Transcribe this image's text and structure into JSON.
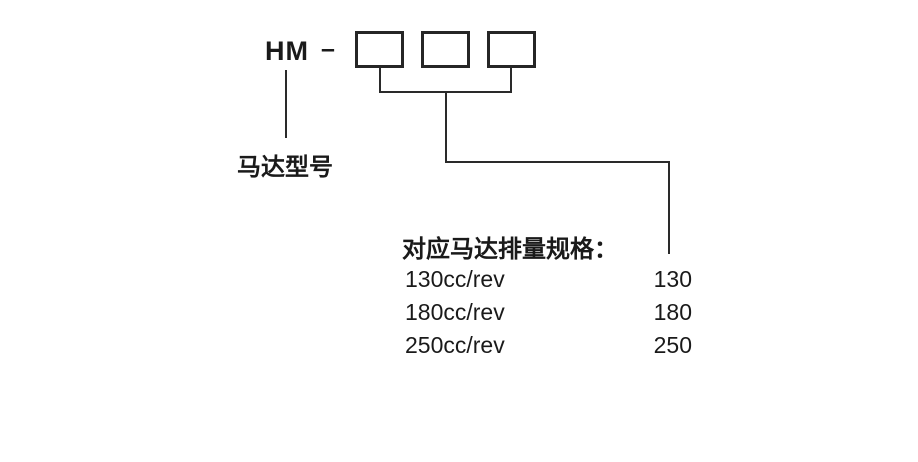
{
  "model_code": {
    "prefix": "HM",
    "separator": "–",
    "digit_box_count": 3
  },
  "labels": {
    "motor_model": "马达型号"
  },
  "spec_table": {
    "title": "对应马达排量规格：",
    "rows": [
      {
        "label": "130cc/rev",
        "value": "130"
      },
      {
        "label": "180cc/rev",
        "value": "180"
      },
      {
        "label": "250cc/rev",
        "value": "250"
      }
    ]
  },
  "colors": {
    "text": "#1a1a1a",
    "line": "#2a2a2a",
    "background": "#ffffff"
  }
}
